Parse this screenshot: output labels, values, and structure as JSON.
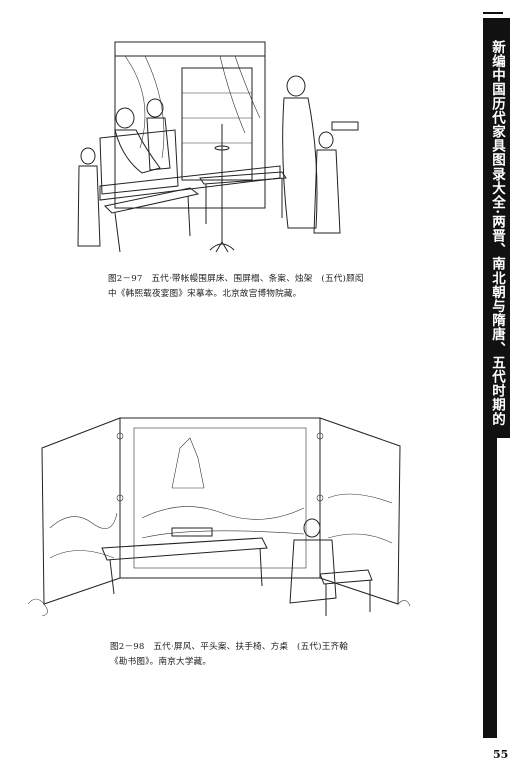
{
  "sidebar": {
    "title": "新编中国历代家具图录大全·两晋、南北朝与隋唐、五代时期的家具"
  },
  "figures": [
    {
      "caption": "图2－97　五代·带帐幔围屏床、围屏榻、条案、烛架　(五代)顾闳中《韩熙载夜宴图》宋摹本。北京故宫博物院藏。"
    },
    {
      "caption": "图2－98　五代·屏风、平头案、扶手椅、方桌　(五代)王齐翰《勘书图》。南京大学藏。"
    }
  ],
  "page_number": "55"
}
